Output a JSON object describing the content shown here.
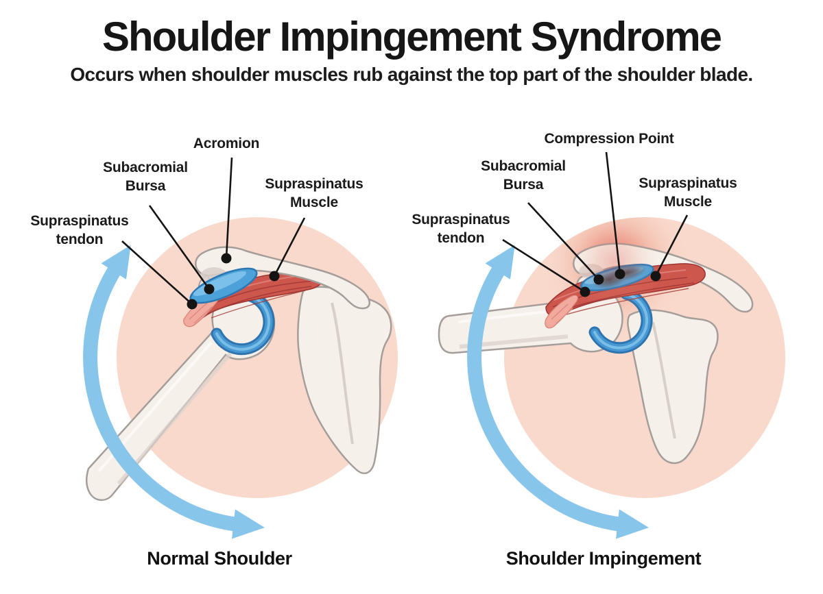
{
  "header": {
    "title": "Shoulder Impingement Syndrome",
    "subtitle": "Occurs when shoulder muscles rub against the top part of the shoulder blade."
  },
  "panels": [
    {
      "caption": "Normal Shoulder",
      "labels": {
        "acromion": "Acromion",
        "bursa": "Subacromial\nBursa",
        "tendon": "Supraspinatus\ntendon",
        "muscle": "Supraspinatus\nMuscle"
      }
    },
    {
      "caption": "Shoulder Impingement",
      "labels": {
        "compression": "Compression Point",
        "bursa": "Subacromial\nBursa",
        "tendon": "Supraspinatus\ntendon",
        "muscle": "Supraspinatus\nMuscle"
      }
    }
  ],
  "colors": {
    "background": "#ffffff",
    "text": "#1a1a1a",
    "circle_pink": "#f8d9cc",
    "arrow_blue": "#88c5eb",
    "bone_fill": "#f6f0eb",
    "bone_outline": "#a59d99",
    "bursa_blue": "#4ba1d8",
    "bursa_outline": "#2b77b3",
    "capsule_blue": "#4697d2",
    "muscle_red": "#ce574d",
    "muscle_dark": "#a23a36",
    "tendon_pink": "#f2a99e",
    "glow_red": "#e04a3c",
    "leader_line": "#141414"
  }
}
